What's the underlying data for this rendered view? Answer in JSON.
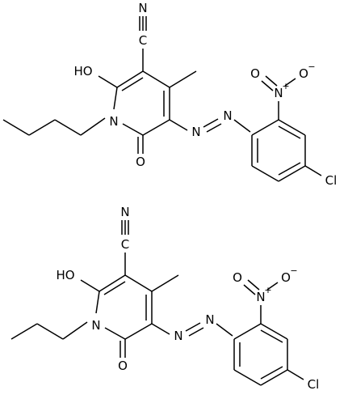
{
  "molecules": [
    {
      "id": "top",
      "labels": {
        "n_nitrile": "N",
        "c_nitrile": "C",
        "ho": "HO",
        "n_ring": "N",
        "o_carbonyl": "O",
        "n_azo1": "N",
        "n_azo2": "N",
        "o_nitro1": "O",
        "n_nitro": "N",
        "n_nitro_charge": "+",
        "o_nitro2": "O",
        "o_nitro2_charge": "−",
        "cl": "Cl"
      }
    },
    {
      "id": "bottom",
      "labels": {
        "n_nitrile": "N",
        "c_nitrile": "C",
        "ho": "HO",
        "n_ring": "N",
        "o_carbonyl": "O",
        "n_azo1": "N",
        "n_azo2": "N",
        "o_nitro1": "O",
        "n_nitro": "N",
        "n_nitro_charge": "+",
        "o_nitro2": "O",
        "o_nitro2_charge": "−",
        "cl": "Cl"
      }
    }
  ]
}
